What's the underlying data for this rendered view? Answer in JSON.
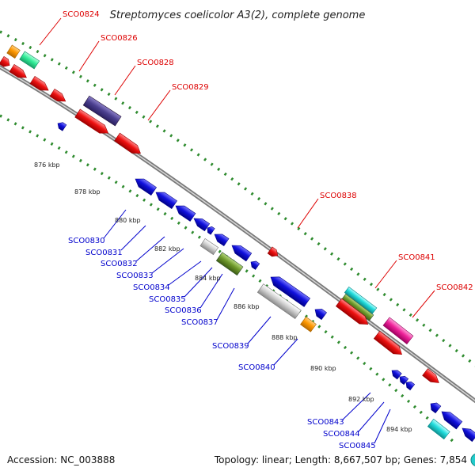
{
  "title": "Streptomyces coelicolor A3(2), complete genome",
  "footer": {
    "accession": "Accession: NC_003888",
    "summary": "Topology: linear; Length: 8,667,507 bp; Genes: 7,854"
  },
  "colors": {
    "backbone": "#8c8c8c",
    "dots": "#2e8b2e",
    "red": "#ee1111",
    "blue": "#1111dd",
    "orange": "#ff9900",
    "mint": "#33ee99",
    "purple": "#4b3f8f",
    "gray": "#c8c8c8",
    "olive": "#6f9a2c",
    "cyan": "#22dddd",
    "magenta": "#ee2299",
    "label_red": "#dd0000",
    "label_blue": "#0000cc"
  },
  "ticks": [
    "876 kbp",
    "878 kbp",
    "880 kbp",
    "882 kbp",
    "884 kbp",
    "886 kbp",
    "888 kbp",
    "890 kbp",
    "892 kbp",
    "894 kbp"
  ],
  "top_labels": [
    "SCO0824",
    "SCO0826",
    "SCO0828",
    "SCO0829",
    "SCO0838",
    "SCO0841",
    "SCO0842"
  ],
  "bottom_labels": [
    "SCO0830",
    "SCO0831",
    "SCO0832",
    "SCO0833",
    "SCO0834",
    "SCO0835",
    "SCO0836",
    "SCO0837",
    "SCO0839",
    "SCO0840",
    "SCO0843",
    "SCO0844",
    "SCO0845"
  ]
}
